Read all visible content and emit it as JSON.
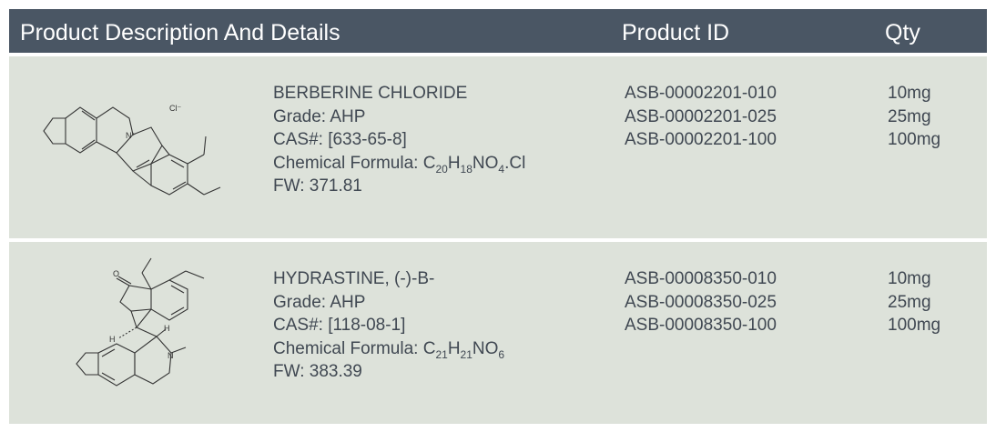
{
  "header": {
    "description": "Product Description And Details",
    "product_id": "Product ID",
    "qty": "Qty"
  },
  "products": [
    {
      "name": "BERBERINE CHLORIDE",
      "grade": "Grade: AHP",
      "cas": "CAS#: [633-65-8]",
      "formula_label": "Chemical Formula: ",
      "formula_parts": [
        {
          "t": "C"
        },
        {
          "s": "20"
        },
        {
          "t": "H"
        },
        {
          "s": "18"
        },
        {
          "t": "NO"
        },
        {
          "s": "4"
        },
        {
          "t": ".Cl"
        }
      ],
      "fw": "FW: 371.81",
      "ids": [
        "ASB-00002201-010",
        "ASB-00002201-025",
        "ASB-00002201-100"
      ],
      "qtys": [
        "10mg",
        "25mg",
        "100mg"
      ],
      "structure_labels": {
        "counter_ion": "Cl-",
        "n_plus": "N+"
      }
    },
    {
      "name": "HYDRASTINE, (-)-B-",
      "grade": "Grade: AHP",
      "cas": "CAS#: [118-08-1]",
      "formula_label": "Chemical Formula: ",
      "formula_parts": [
        {
          "t": "C"
        },
        {
          "s": "21"
        },
        {
          "t": "H"
        },
        {
          "s": "21"
        },
        {
          "t": "NO"
        },
        {
          "s": "6"
        }
      ],
      "fw": "FW: 383.39",
      "ids": [
        "ASB-00008350-010",
        "ASB-00008350-025",
        "ASB-00008350-100"
      ],
      "qtys": [
        "10mg",
        "25mg",
        "100mg"
      ],
      "structure_labels": {
        "o": "O",
        "n": "N",
        "h": "H"
      }
    }
  ]
}
